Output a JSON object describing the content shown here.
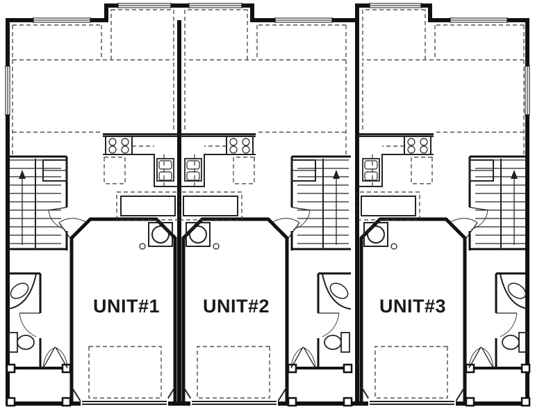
{
  "units": [
    {
      "label": "UNIT#1"
    },
    {
      "label": "UNIT#2"
    },
    {
      "label": "UNIT#3"
    }
  ],
  "colors": {
    "walls": "#111111",
    "fixtures": "#222222",
    "dashed_lines": "#333333",
    "background": "#ffffff",
    "labels": "#1a1a1a"
  }
}
